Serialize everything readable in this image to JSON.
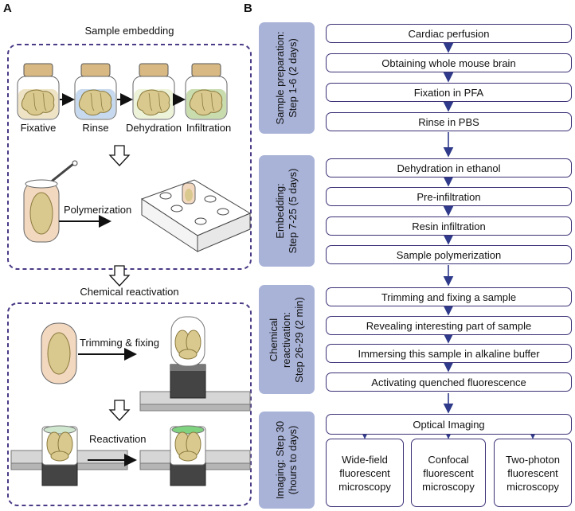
{
  "panel_a": {
    "letter": "A",
    "title_embedding": "Sample embedding",
    "jar_labels": [
      "Fixative",
      "Rinse",
      "Dehydration",
      "Infiltration"
    ],
    "polymerization_label": "Polymerization",
    "title_reactivation": "Chemical reactivation",
    "trimming_label": "Trimming & fixing",
    "reactivation_label": "Reactivation"
  },
  "panel_b": {
    "letter": "B",
    "stages": [
      {
        "label": "Sample preparation:\nStep 1-6 (2 days)",
        "steps": [
          "Cardiac perfusion",
          "Obtaining whole mouse brain",
          "Fixation in PFA",
          "Rinse in PBS"
        ]
      },
      {
        "label": "Embedding:\nStep 7-25 (5 days)",
        "steps": [
          "Dehydration in ethanol",
          "Pre-infiltration",
          "Resin infiltration",
          "Sample polymerization"
        ]
      },
      {
        "label": "Chemical\nreactivation:\nStep 26-29 (2 min)",
        "steps": [
          "Trimming and fixing a sample",
          "Revealing interesting part of sample",
          "Immersing this sample in alkaline buffer",
          "Activating quenched fluorescence"
        ]
      },
      {
        "label": "Imaging: Step 30\n(hours to days)",
        "steps": [
          "Optical Imaging"
        ]
      }
    ],
    "microscopy": [
      "Wide-field\nfluorescent\nmicroscopy",
      "Confocal\nfluorescent\nmicroscopy",
      "Two-photon\nfluorescent\nmicroscopy"
    ]
  },
  "colors": {
    "stage_fill": "#a9b3d8",
    "box_border": "#3b3176",
    "dashed_border": "#4b3a86",
    "brain": "#d9c98e",
    "lid": "#d9b983"
  }
}
